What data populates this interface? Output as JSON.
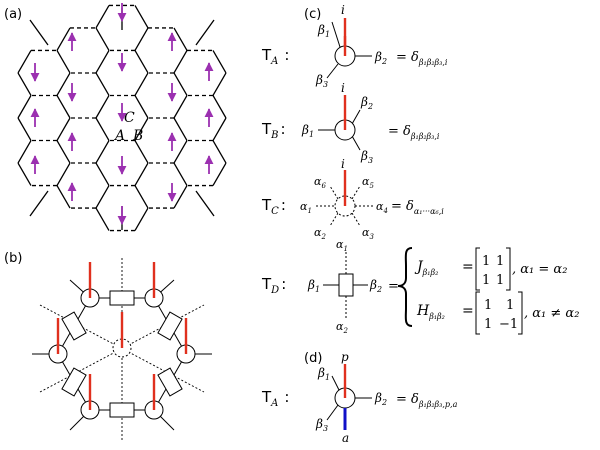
{
  "panels": {
    "a": {
      "label": "(a)",
      "site_labels": [
        "A",
        "B",
        "C"
      ]
    },
    "b": {
      "label": "(b)"
    },
    "c": {
      "label": "(c)"
    },
    "d": {
      "label": "(d)"
    }
  },
  "tensors": {
    "TA": {
      "name": "T",
      "sub": "A",
      "colon": ":",
      "legs": {
        "top": "i",
        "left_top": "β",
        "left_top_sub": "1",
        "right": "β",
        "right_sub": "2",
        "left_bottom": "β",
        "left_bottom_sub": "3"
      },
      "eq": "= δ",
      "eq_sub": "β₁β₂β₃,i"
    },
    "TB": {
      "name": "T",
      "sub": "B",
      "colon": ":",
      "legs": {
        "top": "i",
        "left": "β",
        "left_sub": "1",
        "right_top": "β",
        "right_top_sub": "2",
        "right_bottom": "β",
        "right_bottom_sub": "3"
      },
      "eq": "= δ",
      "eq_sub": "β₁β₂β₃,i"
    },
    "TC": {
      "name": "T",
      "sub": "C",
      "colon": ":",
      "legs": {
        "top": "i",
        "a6": "α",
        "a6_sub": "6",
        "a5": "α",
        "a5_sub": "5",
        "a1": "α",
        "a1_sub": "1",
        "a4": "α",
        "a4_sub": "4",
        "a2": "α",
        "a2_sub": "2",
        "a3": "α",
        "a3_sub": "3"
      },
      "eq": "= δ",
      "eq_sub": "α₁···α₆,i"
    },
    "TD": {
      "name": "T",
      "sub": "D",
      "colon": ":",
      "legs": {
        "top": "α",
        "top_sub": "1",
        "bottom": "α",
        "bottom_sub": "2",
        "left": "β",
        "left_sub": "1",
        "right": "β",
        "right_sub": "2"
      },
      "eq": "=",
      "case1": {
        "sym": "J",
        "sub": "β₁β₂",
        "eq": "=",
        "matrix": [
          [
            "1",
            "1"
          ],
          [
            "1",
            "1"
          ]
        ],
        "cond": ", α₁ = α₂"
      },
      "case2": {
        "sym": "H",
        "sub": "β₁β₂",
        "eq": "=",
        "matrix": [
          [
            "1",
            "1"
          ],
          [
            "1",
            "−1"
          ]
        ],
        "cond": ", α₁ ≠ α₂"
      }
    },
    "TA_d": {
      "name": "T",
      "sub": "A",
      "colon": ":",
      "legs": {
        "top": "p",
        "bottom": "a",
        "left_top": "β",
        "left_top_sub": "1",
        "right": "β",
        "right_sub": "2",
        "left_bottom": "β",
        "left_bottom_sub": "3"
      },
      "eq": "= δ",
      "eq_sub": "β₁β₂β₃,p,a"
    }
  },
  "colors": {
    "red_leg": "#e0301e",
    "blue_leg": "#1010c8",
    "arrow": "#9b30b0",
    "line": "#000000"
  }
}
